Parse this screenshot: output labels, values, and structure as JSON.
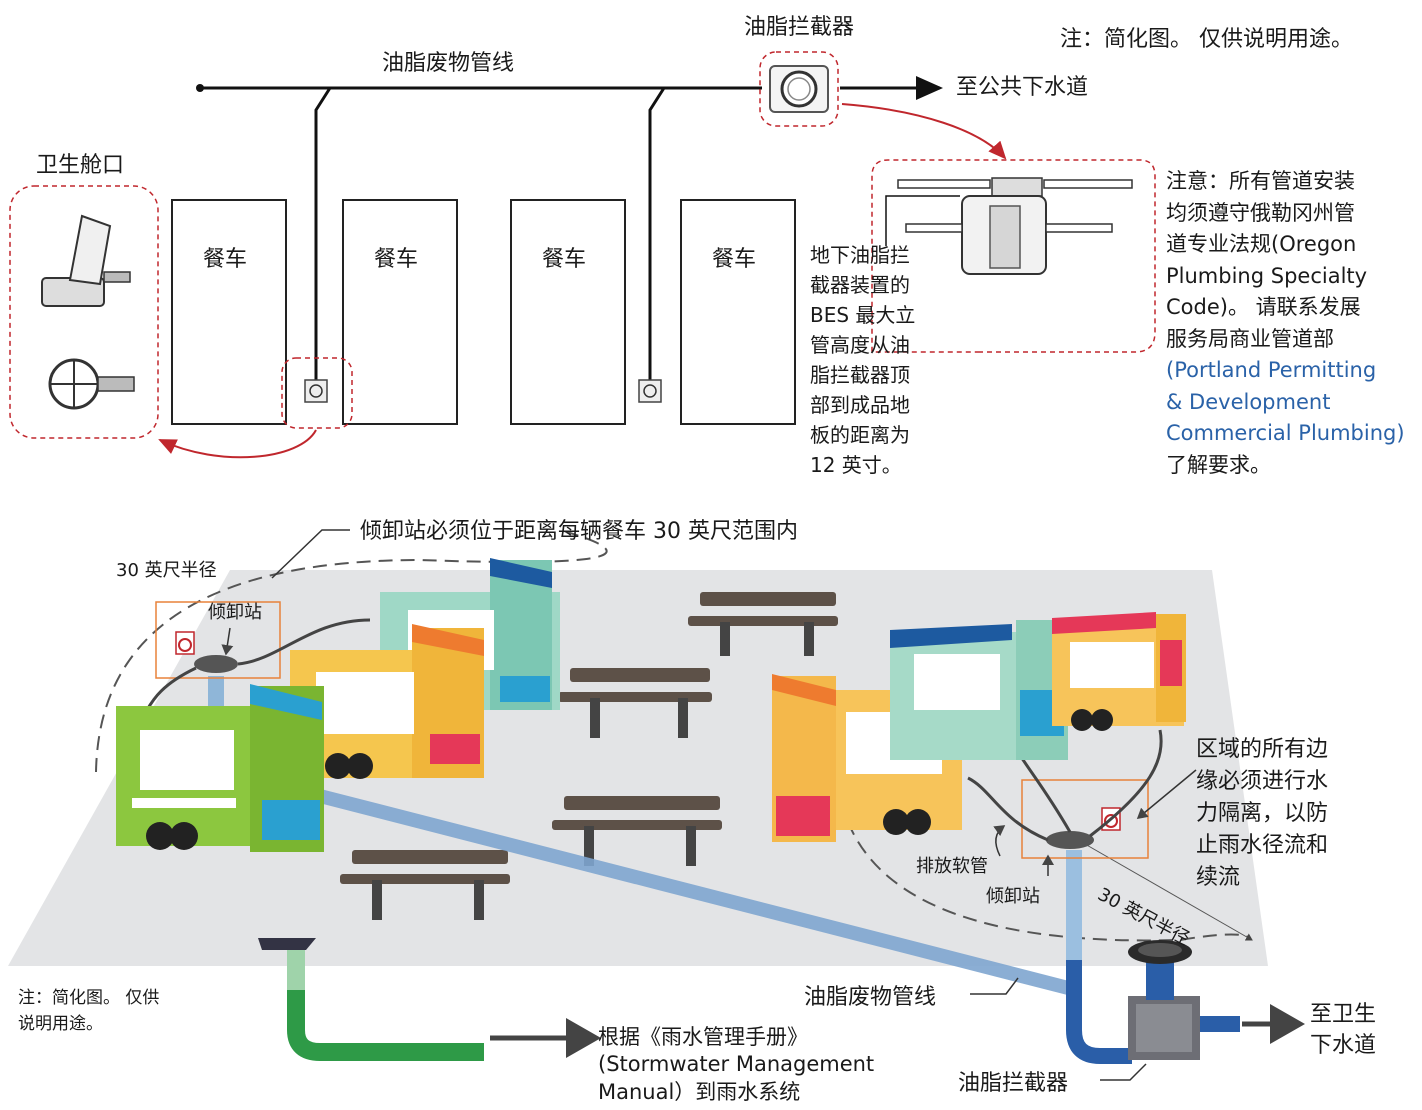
{
  "top": {
    "note": "注：简化图。 仅供说明用途。",
    "pipeline_label": "油脂废物管线",
    "interceptor_label": "油脂拦截器",
    "sewer_label": "至公共下水道",
    "cleanout_label": "卫生舱口",
    "truck_labels": [
      "餐车",
      "餐车",
      "餐车",
      "餐车"
    ],
    "bes_note_lines": [
      "地下油脂拦",
      "截器装置的",
      "BES 最大立",
      "管高度从油",
      "脂拦截器顶",
      "部到成品地",
      "板的距离为",
      "12 英寸。"
    ],
    "caution_lines": [
      "注意：所有管道安装",
      "均须遵守俄勒冈州管",
      "道专业法规(Oregon",
      "Plumbing Specialty",
      "Code)。 请联系发展",
      "服务局商业管道部"
    ],
    "caution_link_lines": [
      "(Portland Permitting",
      "& Development",
      "Commercial Plumbing)"
    ],
    "caution_end": "了解要求。"
  },
  "bottom": {
    "dump_callout": "倾卸站必须位于距离每辆餐车 30 英尺范围内",
    "radius_label_left": "30 英尺半径",
    "radius_label_right": "30 英尺半径",
    "dump_station_left": "倾卸站",
    "dump_station_right": "倾卸站",
    "hose_label": "排放软管",
    "isolation_lines": [
      "区域的所有边",
      "缘必须进行水",
      "力隔离，以防",
      "止雨水径流和",
      "续流"
    ],
    "pipeline_label": "油脂废物管线",
    "interceptor_label": "油脂拦截器",
    "sanitary_lines": [
      "至卫生",
      "下水道"
    ],
    "storm_lines": [
      "根据《雨水管理手册》",
      "(Stormwater Management",
      "Manual）到雨水系统"
    ],
    "note_lines": [
      "注：简化图。 仅供",
      "说明用途。"
    ]
  },
  "colors": {
    "accent_red": "#c0272d",
    "orange_box": "#e8823a",
    "pad": "#e3e4e6",
    "pipe_blue": "#2a5ea8",
    "storm_green": "#2e9a47",
    "link_blue": "#2a62a8"
  }
}
